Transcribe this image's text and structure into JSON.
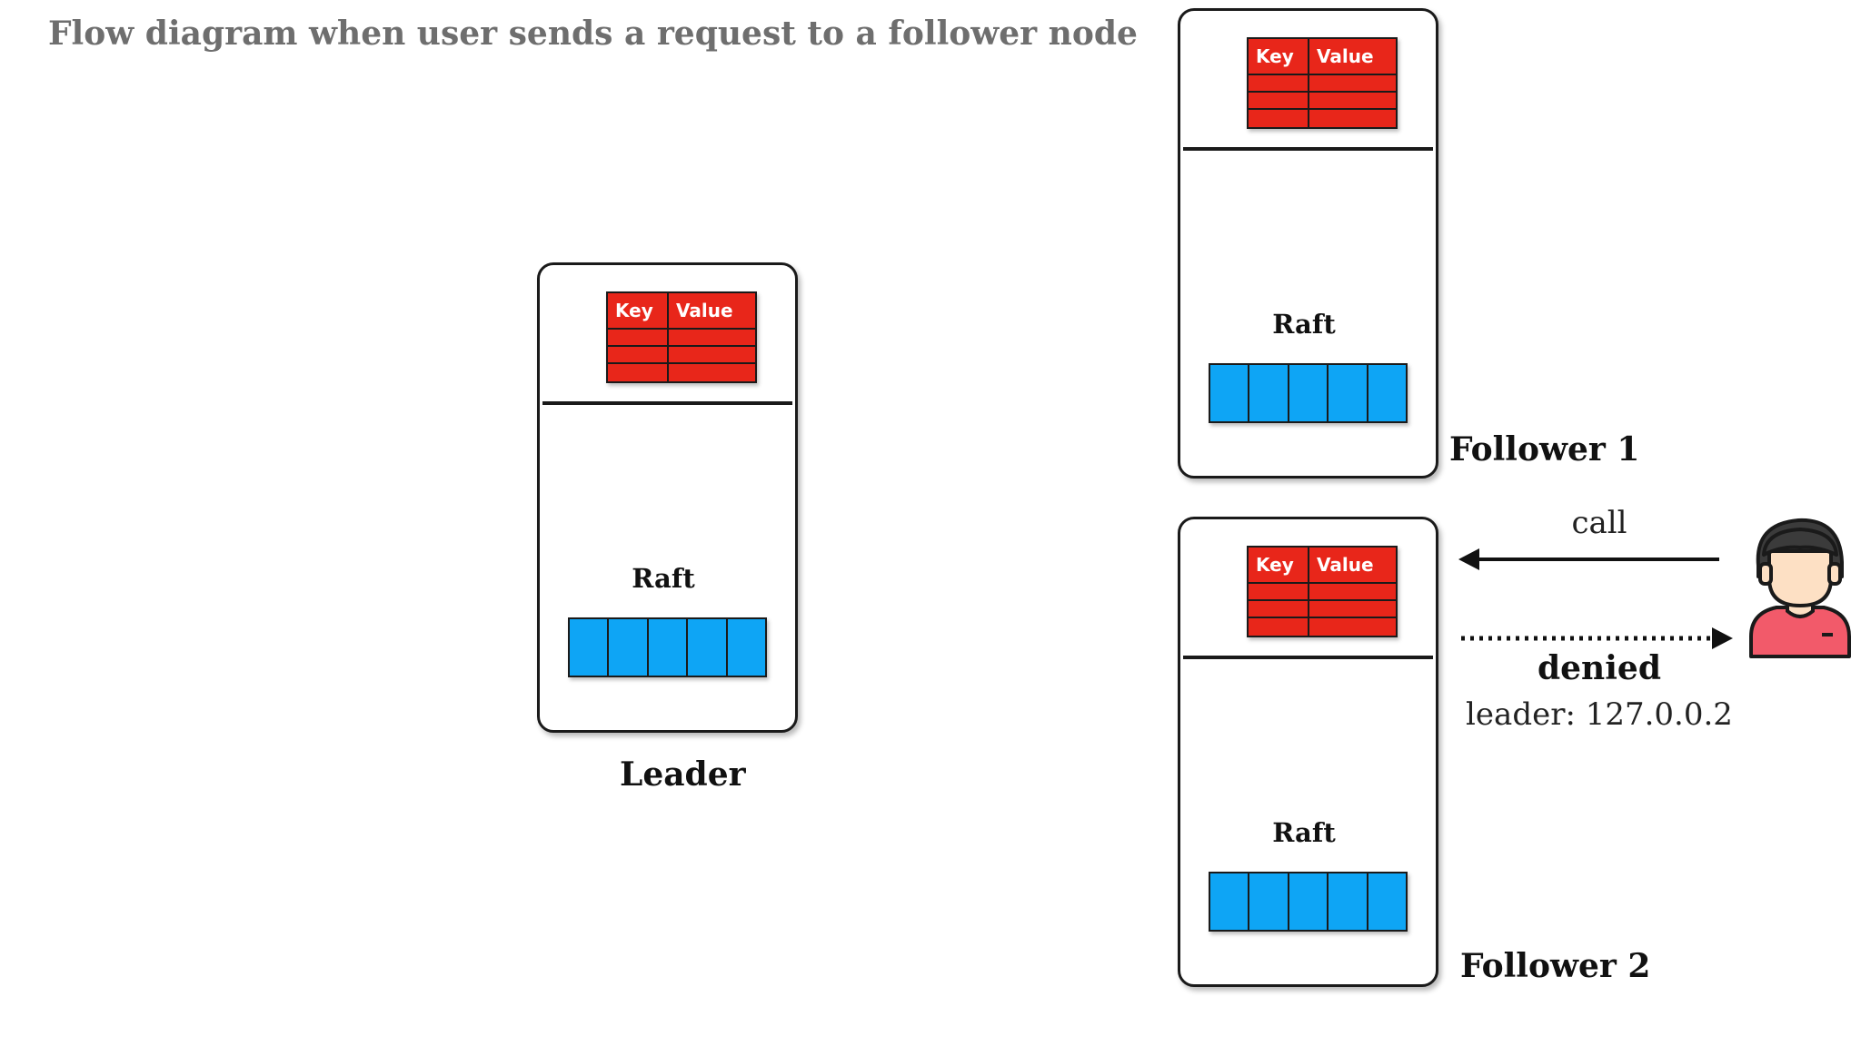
{
  "title": "Flow diagram when user sends a request to a follower node",
  "kv_table": {
    "key_header": "Key",
    "value_header": "Value"
  },
  "nodes": {
    "leader": {
      "label": "Leader",
      "component": "Raft"
    },
    "follower1": {
      "label": "Follower 1",
      "component": "Raft"
    },
    "follower2": {
      "label": "Follower 2",
      "component": "Raft"
    }
  },
  "interaction": {
    "request_label": "call",
    "response_label": "denied",
    "response_detail": "leader: 127.0.0.2"
  },
  "icons": {
    "user": "user-avatar-icon"
  },
  "colors": {
    "kv_table": "#e8261a",
    "raft_log": "#0ea5f5",
    "user_shirt": "#f25a6a",
    "user_skin": "#fde0c4"
  }
}
